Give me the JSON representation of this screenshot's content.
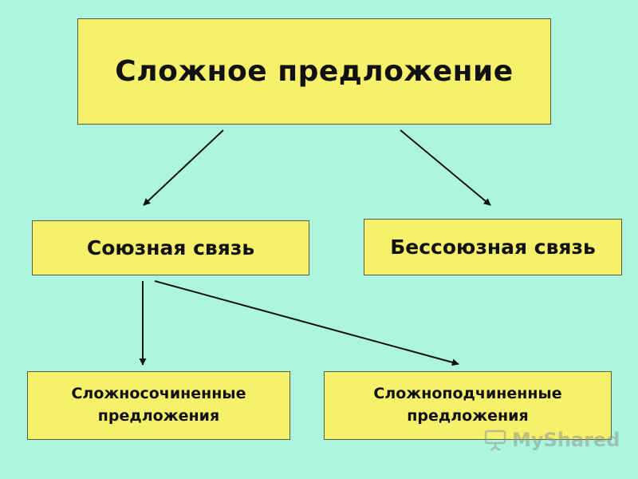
{
  "colors": {
    "background": "#aef5e0",
    "box_fill": "#f7f06a",
    "text": "#111111",
    "arrow": "#111111"
  },
  "nodes": {
    "root": {
      "label": "Сложное предложение"
    },
    "union": {
      "label": "Союзная связь"
    },
    "nonunion": {
      "label": "Бессоюзная связь"
    },
    "compound": {
      "label_line1": "Сложносочиненные",
      "label_line2": "предложения"
    },
    "complex": {
      "label_line1": "Сложноподчиненные",
      "label_line2": "предложения"
    }
  },
  "edges": [
    {
      "from": "root",
      "to": "union"
    },
    {
      "from": "root",
      "to": "nonunion"
    },
    {
      "from": "union",
      "to": "compound"
    },
    {
      "from": "union",
      "to": "complex"
    }
  ],
  "watermark": {
    "text": "MyShared",
    "icon": "presentation-board-icon"
  }
}
